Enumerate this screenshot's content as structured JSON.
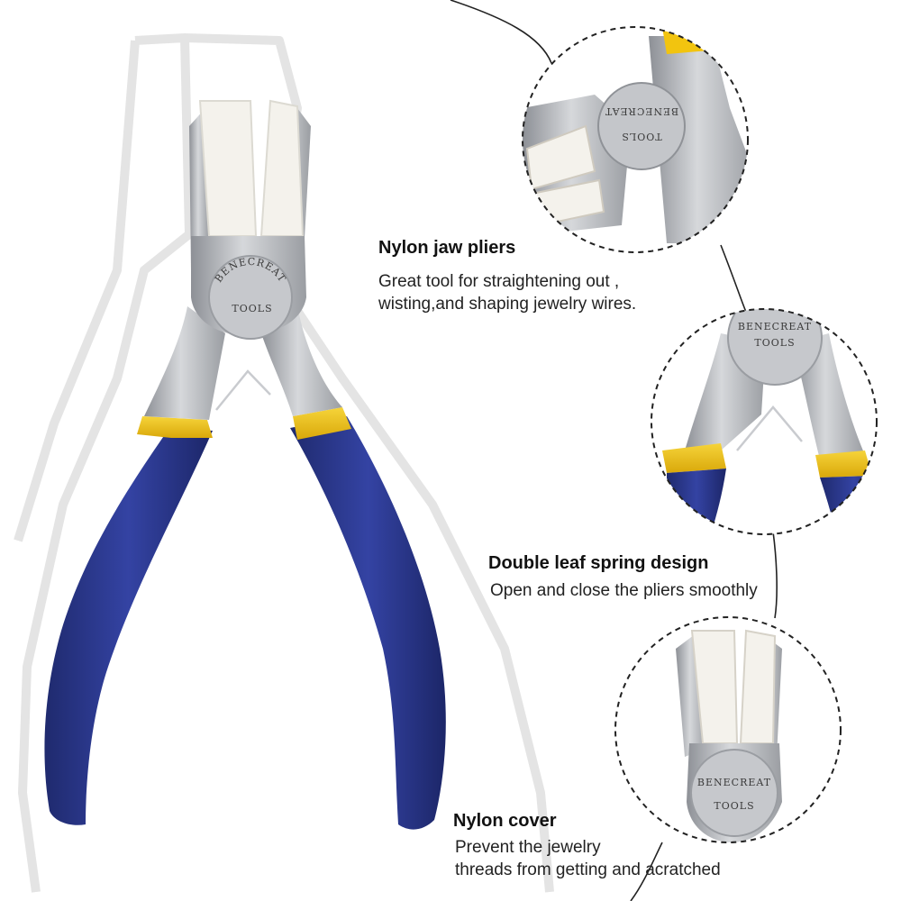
{
  "brand": {
    "logo_top": "BENECREAT",
    "logo_bottom": "TOOLS"
  },
  "features": [
    {
      "title": "Nylon jaw pliers",
      "description": [
        "Great tool for straightening out ,",
        "wisting,and shaping jewelry wires."
      ]
    },
    {
      "title": "Double leaf spring design",
      "description": [
        "Open and close the pliers smoothly"
      ]
    },
    {
      "title": "Nylon cover",
      "description": [
        "Prevent the jewelry",
        "threads from getting and acratched"
      ]
    }
  ],
  "colors": {
    "handle": "#2f3a8f",
    "handle_dark": "#1f2a6e",
    "collar": "#f2c40f",
    "steel": "#b9bcc0",
    "steel_dark": "#8a8d92",
    "nylon": "#f3f1ea",
    "outline": "#e8e8e8",
    "circle_border": "#222222"
  }
}
